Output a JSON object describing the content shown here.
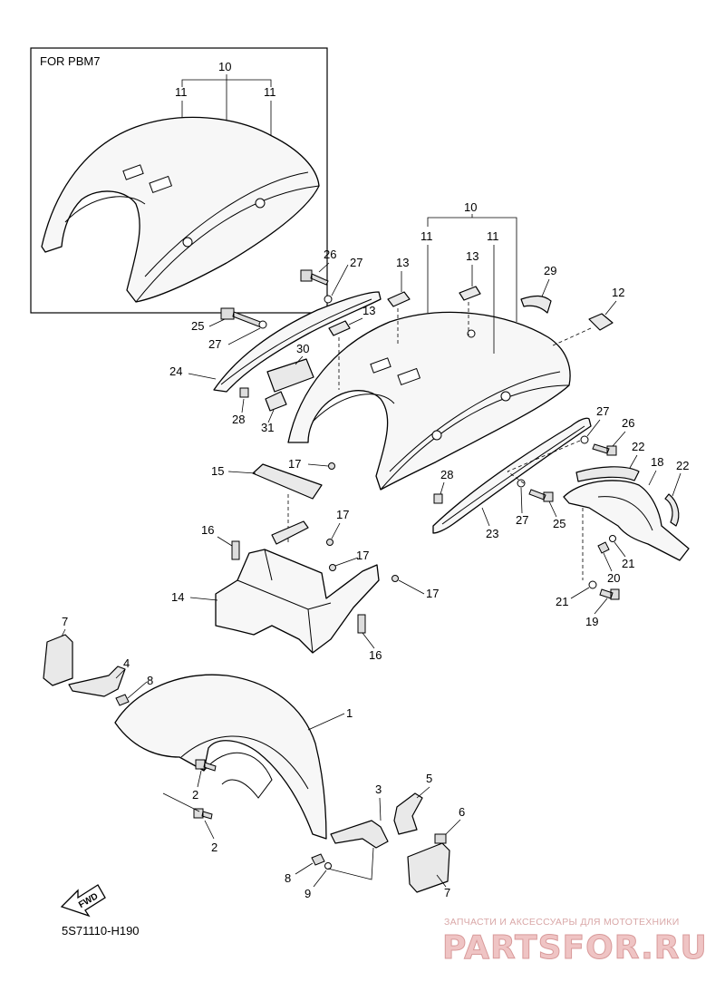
{
  "inset": {
    "title": "FOR PBM7",
    "labels": [
      "10",
      "11",
      "11"
    ]
  },
  "callouts": {
    "c1": "1",
    "c2a": "2",
    "c2b": "2",
    "c3": "3",
    "c4": "4",
    "c5": "5",
    "c6": "6",
    "c7a": "7",
    "c7b": "7",
    "c8a": "8",
    "c8b": "8",
    "c9": "9",
    "c10": "10",
    "c11a": "11",
    "c11b": "11",
    "c12": "12",
    "c13a": "13",
    "c13b": "13",
    "c13c": "13",
    "c14": "14",
    "c15": "15",
    "c16a": "16",
    "c16b": "16",
    "c17a": "17",
    "c17b": "17",
    "c17c": "17",
    "c17d": "17",
    "c18": "18",
    "c19": "19",
    "c20": "20",
    "c21a": "21",
    "c21b": "21",
    "c22a": "22",
    "c22b": "22",
    "c23": "23",
    "c24": "24",
    "c25a": "25",
    "c25b": "25",
    "c26a": "26",
    "c26b": "26",
    "c27a": "27",
    "c27b": "27",
    "c27c": "27",
    "c27d": "27",
    "c28a": "28",
    "c28b": "28",
    "c29": "29",
    "c30": "30",
    "c31": "31"
  },
  "fwd_label": "FWD",
  "diagram_code": "5S71110-H190",
  "watermark": {
    "tagline": "ЗАПЧАСТИ И АКСЕССУАРЫ ДЛЯ МОТОТЕХНИКИ",
    "brand": "PARTSFOR.RU"
  }
}
